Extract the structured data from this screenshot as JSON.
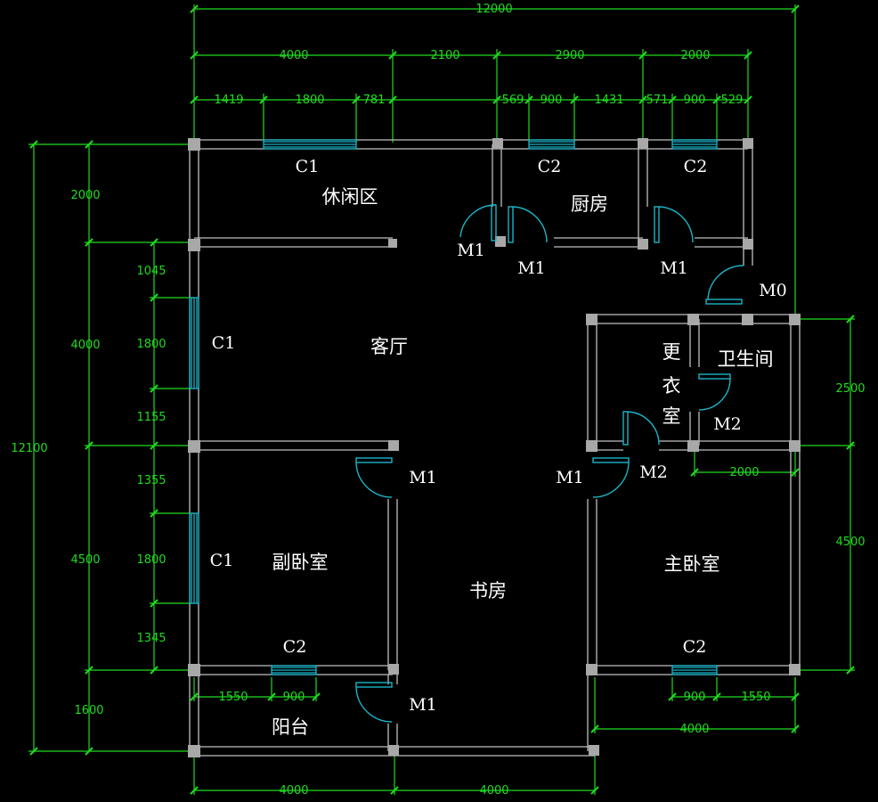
{
  "dimensions": {
    "top_total": "12000",
    "top_mid": [
      "4000",
      "2100",
      "2900",
      "2000"
    ],
    "top_win": [
      "1419",
      "1800",
      "781",
      "569",
      "900",
      "1431",
      "571",
      "900",
      "529"
    ],
    "left_total": "12100",
    "left_mid": [
      "2000",
      "4000",
      "4500",
      "1600"
    ],
    "left_win": [
      "1045",
      "1800",
      "1155",
      "1355",
      "1800",
      "1345"
    ],
    "right": [
      "2500",
      "4500"
    ],
    "bath_width": "2000",
    "bottom_total": [
      "4000",
      "4000"
    ],
    "bottom_left_win": [
      "1550",
      "900"
    ],
    "bottom_right_win": [
      "900",
      "1550"
    ],
    "bottom_right_total": "4000"
  },
  "labels": {
    "c1": "C1",
    "c2": "C2",
    "m0": "M0",
    "m1": "M1",
    "m2": "M2"
  },
  "rooms": {
    "leisure": "休闲区",
    "kitchen": "厨房",
    "living": "客厅",
    "bathroom": "卫生间",
    "dressing": [
      "更",
      "衣",
      "室"
    ],
    "second_bedroom": "副卧室",
    "study": "书房",
    "master_bedroom": "主卧室",
    "balcony": "阳台"
  },
  "colors": {
    "background": "#000000",
    "dimension": "#1fdc1f",
    "wall": "#c0c0c0",
    "window": "#1bb4c8",
    "door": "#1bb4c8",
    "text": "#ffffff"
  }
}
